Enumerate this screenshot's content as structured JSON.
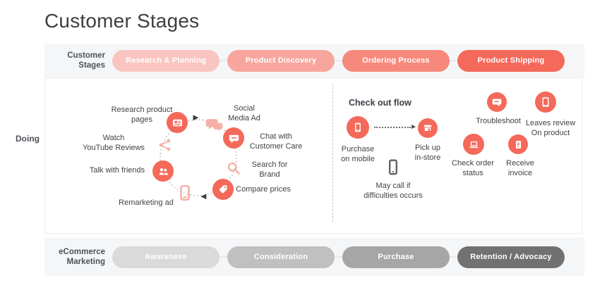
{
  "title": "Customer Stages",
  "colors": {
    "accent_coral": "#f4695a",
    "pink_icon": "#f5b0a8",
    "band_background": "#f5f6f8"
  },
  "icons": {
    "arrow_right": "►",
    "arrow_left": "◄"
  },
  "stages_row": {
    "label_line1": "Customer",
    "label_line2": "Stages",
    "pills": [
      {
        "label": "Research & Planning",
        "color": "#fac5c0"
      },
      {
        "label": "Product Discovery",
        "color": "#f8a69d"
      },
      {
        "label": "Ordering Process",
        "color": "#f6897b"
      },
      {
        "label": "Product Shipping",
        "color": "#f4695a"
      }
    ]
  },
  "doing": {
    "row_label": "Doing",
    "journey": [
      {
        "line1": "Research product",
        "line2": "pages",
        "icon": "article-icon"
      },
      {
        "line1": "Social",
        "line2": "Media Ad",
        "icon": "chat-bubbles-icon"
      },
      {
        "line1": "Chat with",
        "line2": "Customer Care",
        "icon": "chat-icon"
      },
      {
        "line1": "Search for",
        "line2": "Brand",
        "icon": "search-icon"
      },
      {
        "line1": "Compare prices",
        "icon": "price-tag-icon"
      },
      {
        "line1": "Remarketing ad",
        "icon": "mobile-outline-icon"
      },
      {
        "line1": "Talk with friends",
        "icon": "people-icon"
      },
      {
        "line1": "Watch",
        "line2": "YouTube Reviews",
        "icon": "share-icon"
      }
    ],
    "checkout": {
      "heading": "Check out flow",
      "items": [
        {
          "line1": "Purchase",
          "line2": "on mobile",
          "icon": "smartphone-icon"
        },
        {
          "line1": "Pick up",
          "line2": "in-store",
          "icon": "store-icon"
        },
        {
          "line1": "May call if",
          "line2": "difficulties occurs",
          "icon": "phone-outline-icon"
        },
        {
          "line1": "Troubleshoot",
          "icon": "chat-icon"
        },
        {
          "line1": "Leaves review",
          "line2": "On product",
          "icon": "tablet-icon"
        },
        {
          "line1": "Check order",
          "line2": "status",
          "icon": "laptop-icon"
        },
        {
          "line1": "Receive",
          "line2": "invoice",
          "icon": "invoice-icon"
        }
      ]
    }
  },
  "marketing_row": {
    "label_line1": "eCommerce",
    "label_line2": "Marketing",
    "pills": [
      {
        "label": "Awareness",
        "color": "#dadada"
      },
      {
        "label": "Consideration",
        "color": "#c0c0c0"
      },
      {
        "label": "Purchase",
        "color": "#a6a6a6"
      },
      {
        "label": "Retention / Advocacy",
        "color": "#717171"
      }
    ]
  }
}
